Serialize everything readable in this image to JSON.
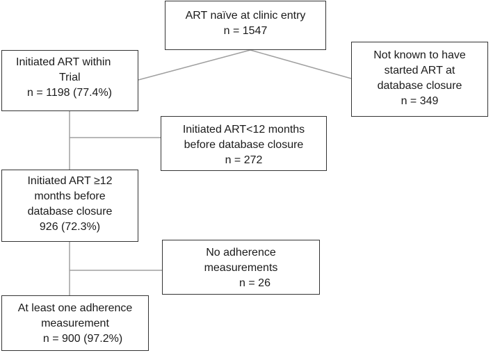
{
  "flowchart": {
    "root": {
      "line1": "ART naïve at clinic entry",
      "line2": "n = 1547"
    },
    "initiated_in_trial": {
      "line1": "Initiated ART within",
      "line2": "Trial",
      "line3": "n = 1198 (77.4%)"
    },
    "not_known": {
      "line1": "Not known to have",
      "line2": "started ART at",
      "line3": "database closure",
      "line4": "n = 349"
    },
    "initiated_lt12": {
      "line1": "Initiated ART<12 months",
      "line2": "before database closure",
      "line3": "n = 272"
    },
    "initiated_ge12": {
      "line1": "Initiated ART ≥12",
      "line2": "months before",
      "line3": "database closure",
      "line4": "926 (72.3%)"
    },
    "no_adherence": {
      "line1": "No adherence",
      "line2": "measurements",
      "line3": "n = 26"
    },
    "at_least_one": {
      "line1": "At least one adherence",
      "line2": "measurement",
      "line3": "n = 900 (97.2%)"
    }
  },
  "colors": {
    "box_border": "#333333",
    "connector": "#a0a0a0",
    "text": "#1a1a1a"
  }
}
